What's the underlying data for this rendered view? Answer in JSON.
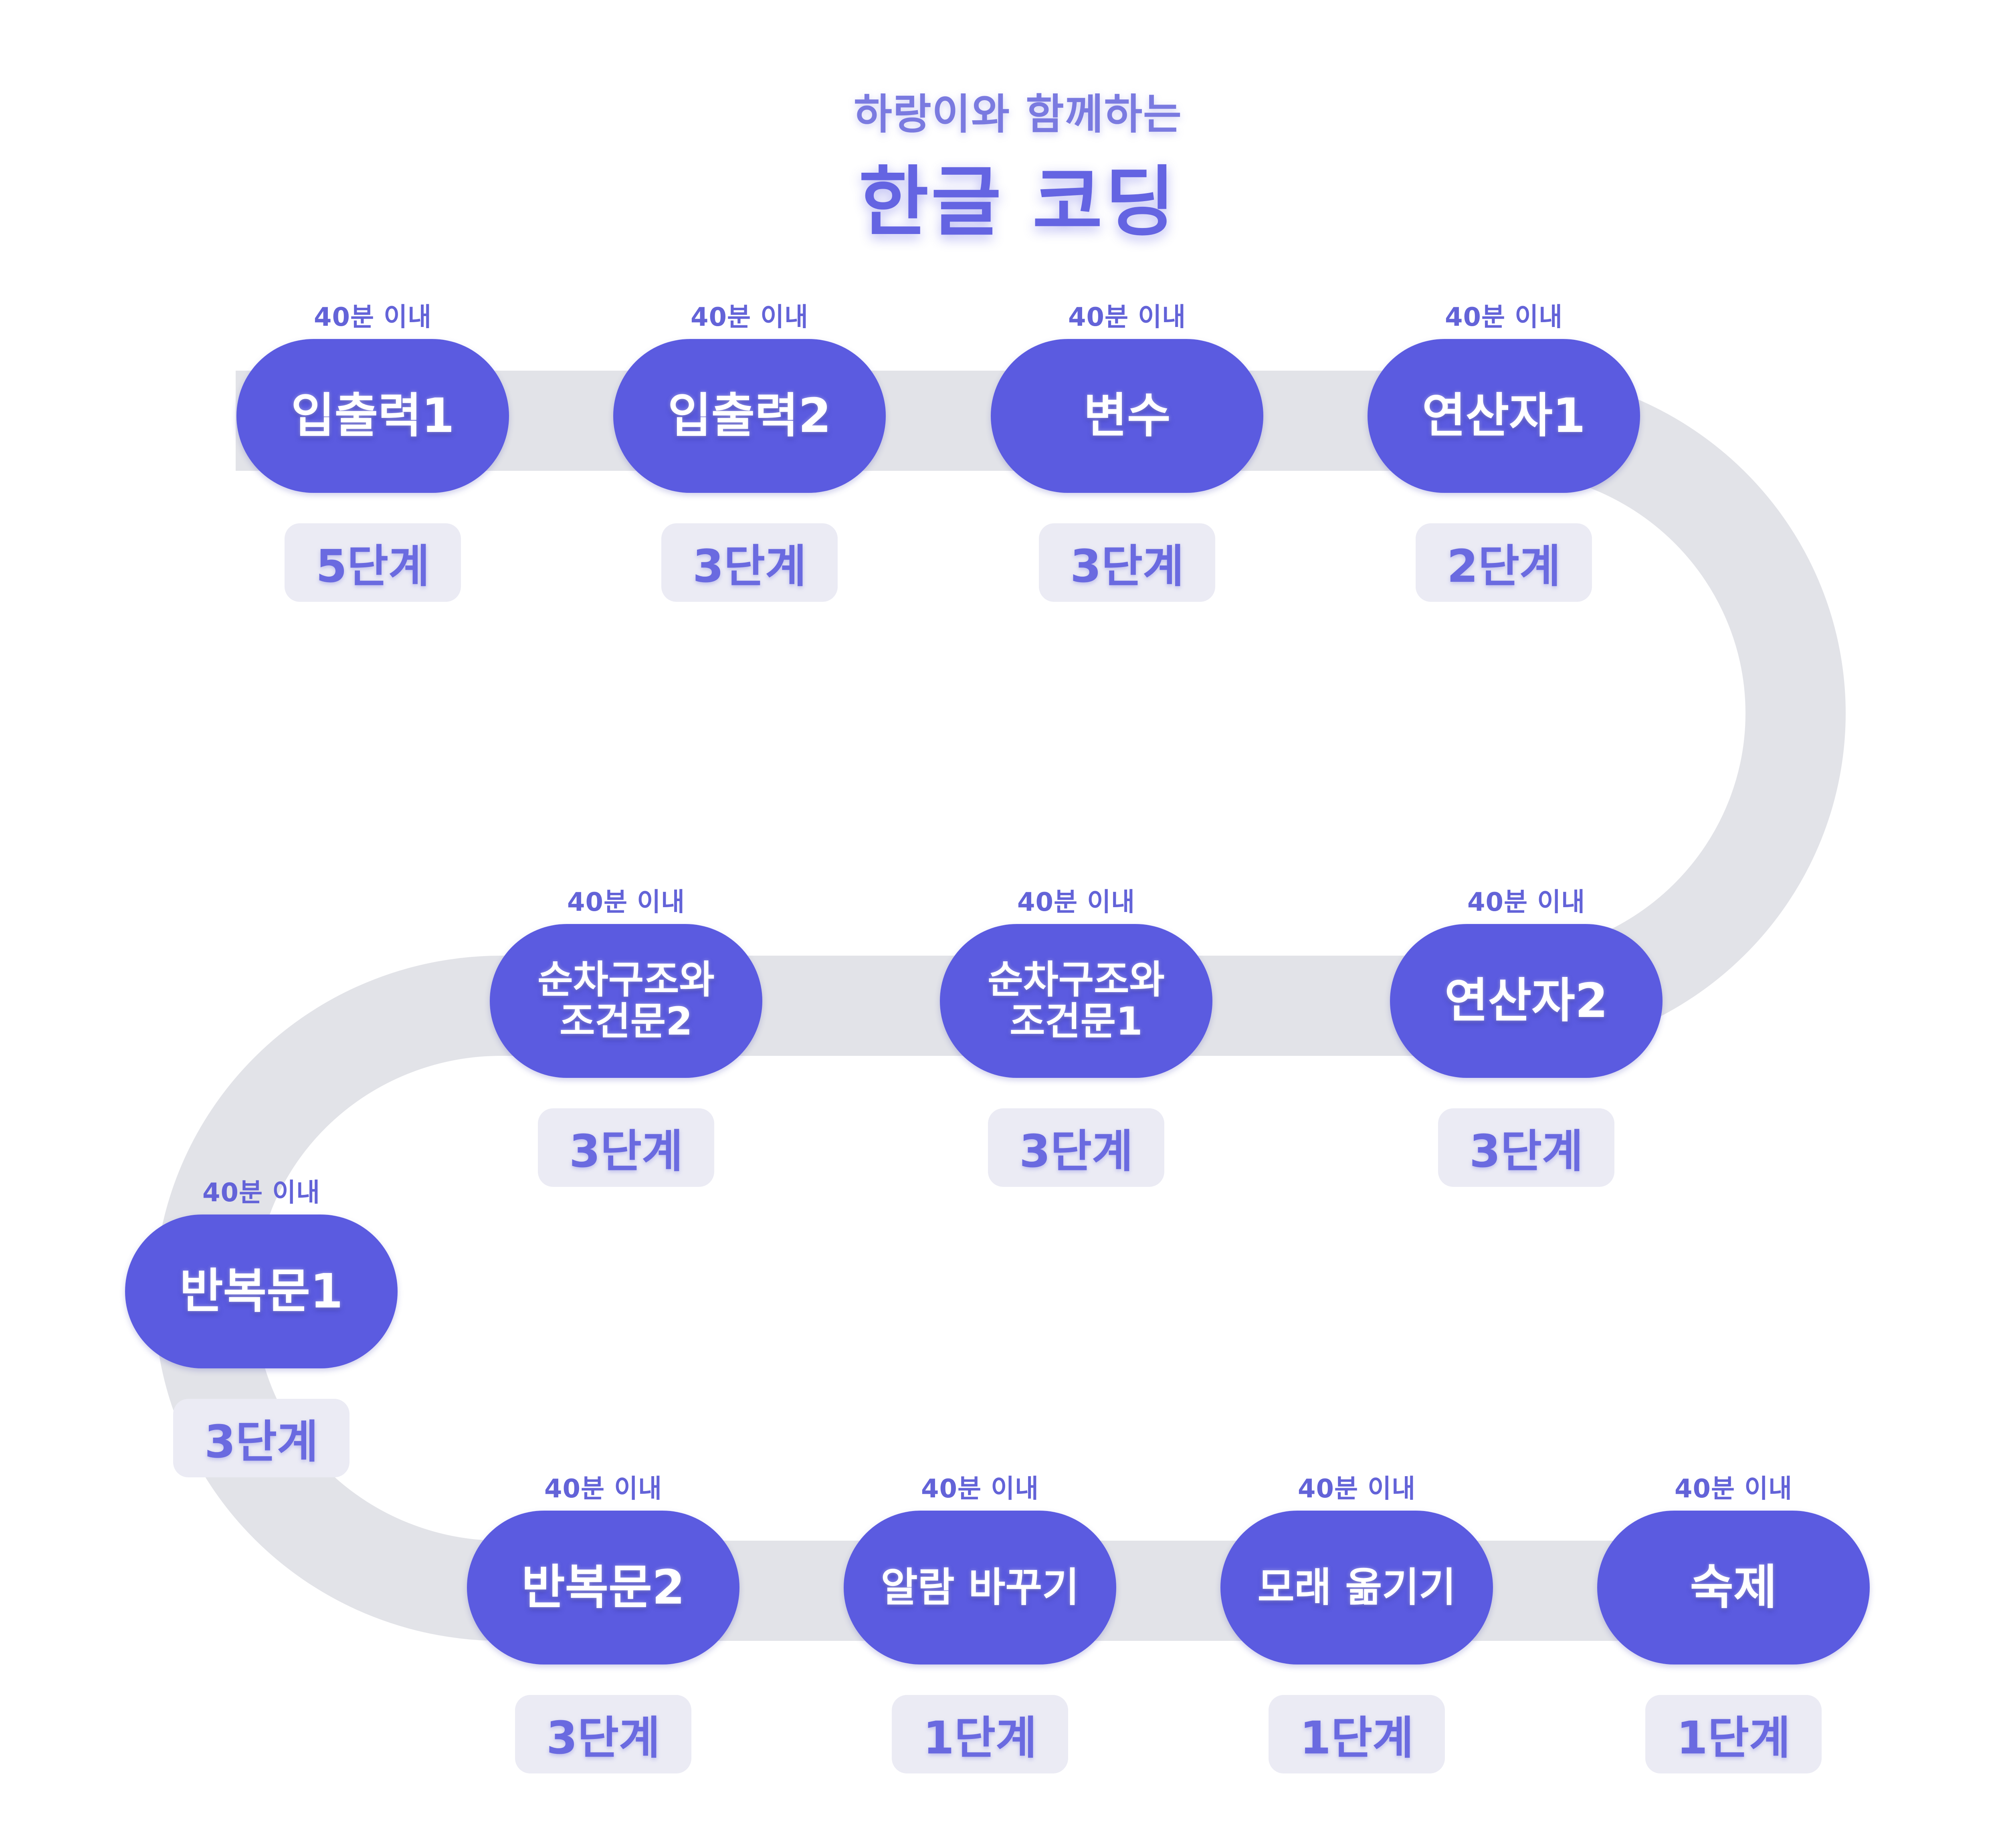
{
  "header": {
    "subtitle": "하랑이와 함께하는",
    "title": "한글 코딩"
  },
  "colors": {
    "pill": "#5b5be0",
    "track": "#e2e3e8",
    "badge": "#ebebf4",
    "accent_text": "#6363d8"
  },
  "steps": [
    {
      "time": "40분 이내",
      "label": "입출력1",
      "stages": "5단계"
    },
    {
      "time": "40분 이내",
      "label": "입출력2",
      "stages": "3단계"
    },
    {
      "time": "40분 이내",
      "label": "변수",
      "stages": "3단계"
    },
    {
      "time": "40분 이내",
      "label": "연산자1",
      "stages": "2단계"
    },
    {
      "time": "40분 이내",
      "label": "연산자2",
      "stages": "3단계"
    },
    {
      "time": "40분 이내",
      "label": "순차구조와\n조건문1",
      "stages": "3단계"
    },
    {
      "time": "40분 이내",
      "label": "순차구조와\n조건문2",
      "stages": "3단계"
    },
    {
      "time": "40분 이내",
      "label": "반복문1",
      "stages": "3단계"
    },
    {
      "time": "40분 이내",
      "label": "반복문2",
      "stages": "3단계"
    },
    {
      "time": "40분 이내",
      "label": "알람 바꾸기",
      "stages": "1단계"
    },
    {
      "time": "40분 이내",
      "label": "모래 옮기기",
      "stages": "1단계"
    },
    {
      "time": "40분 이내",
      "label": "숙제",
      "stages": "1단계"
    }
  ]
}
